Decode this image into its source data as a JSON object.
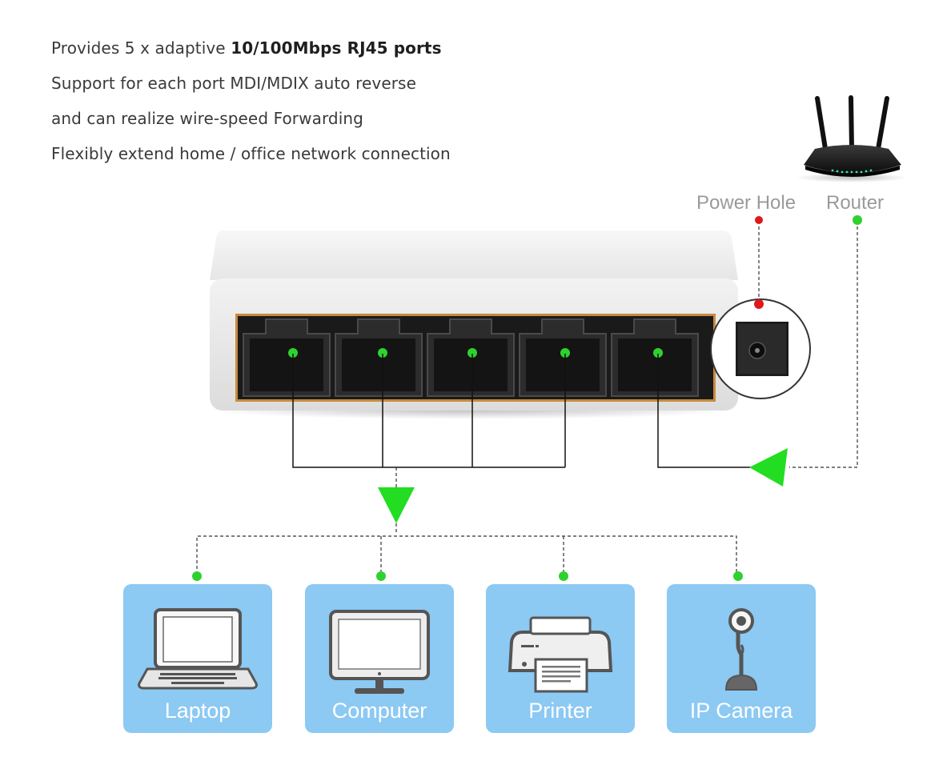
{
  "features": {
    "line1_pre": "Provides 5 x adaptive ",
    "line1_bold": "10/100Mbps RJ45 ports",
    "line2": "Support for each port MDI/MDIX auto reverse",
    "line3": "and can realize wire-speed Forwarding",
    "line4": "Flexibly extend home / office network connection"
  },
  "labels": {
    "power_hole": "Power Hole",
    "router": "Router"
  },
  "switch": {
    "port_count": 5
  },
  "devices": [
    {
      "label": "Laptop",
      "icon": "laptop-icon"
    },
    {
      "label": "Computer",
      "icon": "monitor-icon"
    },
    {
      "label": "Printer",
      "icon": "printer-icon"
    },
    {
      "label": "IP Camera",
      "icon": "webcam-icon"
    }
  ],
  "colors": {
    "port_led": "#2fd12f",
    "power_dot": "#e0181c",
    "card": "#8cc9f3",
    "arrow": "#22dd22"
  }
}
